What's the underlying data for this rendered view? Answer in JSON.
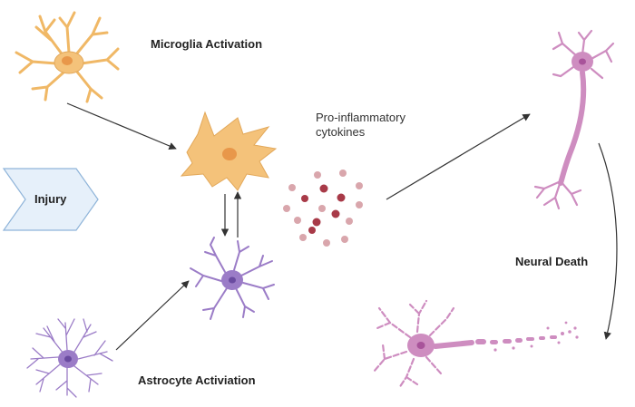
{
  "labels": {
    "microglia_activation": "Microglia Activation",
    "cytokines_line1": "Pro-inflammatory",
    "cytokines_line2": "cytokines",
    "injury": "Injury",
    "neural_death": "Neural Death",
    "astrocyte_activation": "Astrocyte Activiation"
  },
  "colors": {
    "microglia": "#F4C27A",
    "microglia_nucleus": "#E8974A",
    "astrocyte": "#9B7CC7",
    "astrocyte_nucleus": "#6A4BA0",
    "neuron": "#CE8DC0",
    "neuron_nucleus": "#A8539A",
    "cytokine_dark": "#A83A48",
    "cytokine_light": "#D9A6AC",
    "injury_fill": "#E6F0FA",
    "injury_border": "#8FB4D9"
  },
  "icons": [
    "microglia-resting-icon",
    "microglia-activated-icon",
    "astrocyte-resting-icon",
    "astrocyte-activated-icon",
    "cytokine-cluster-icon",
    "healthy-neuron-icon",
    "degenerating-neuron-icon"
  ]
}
